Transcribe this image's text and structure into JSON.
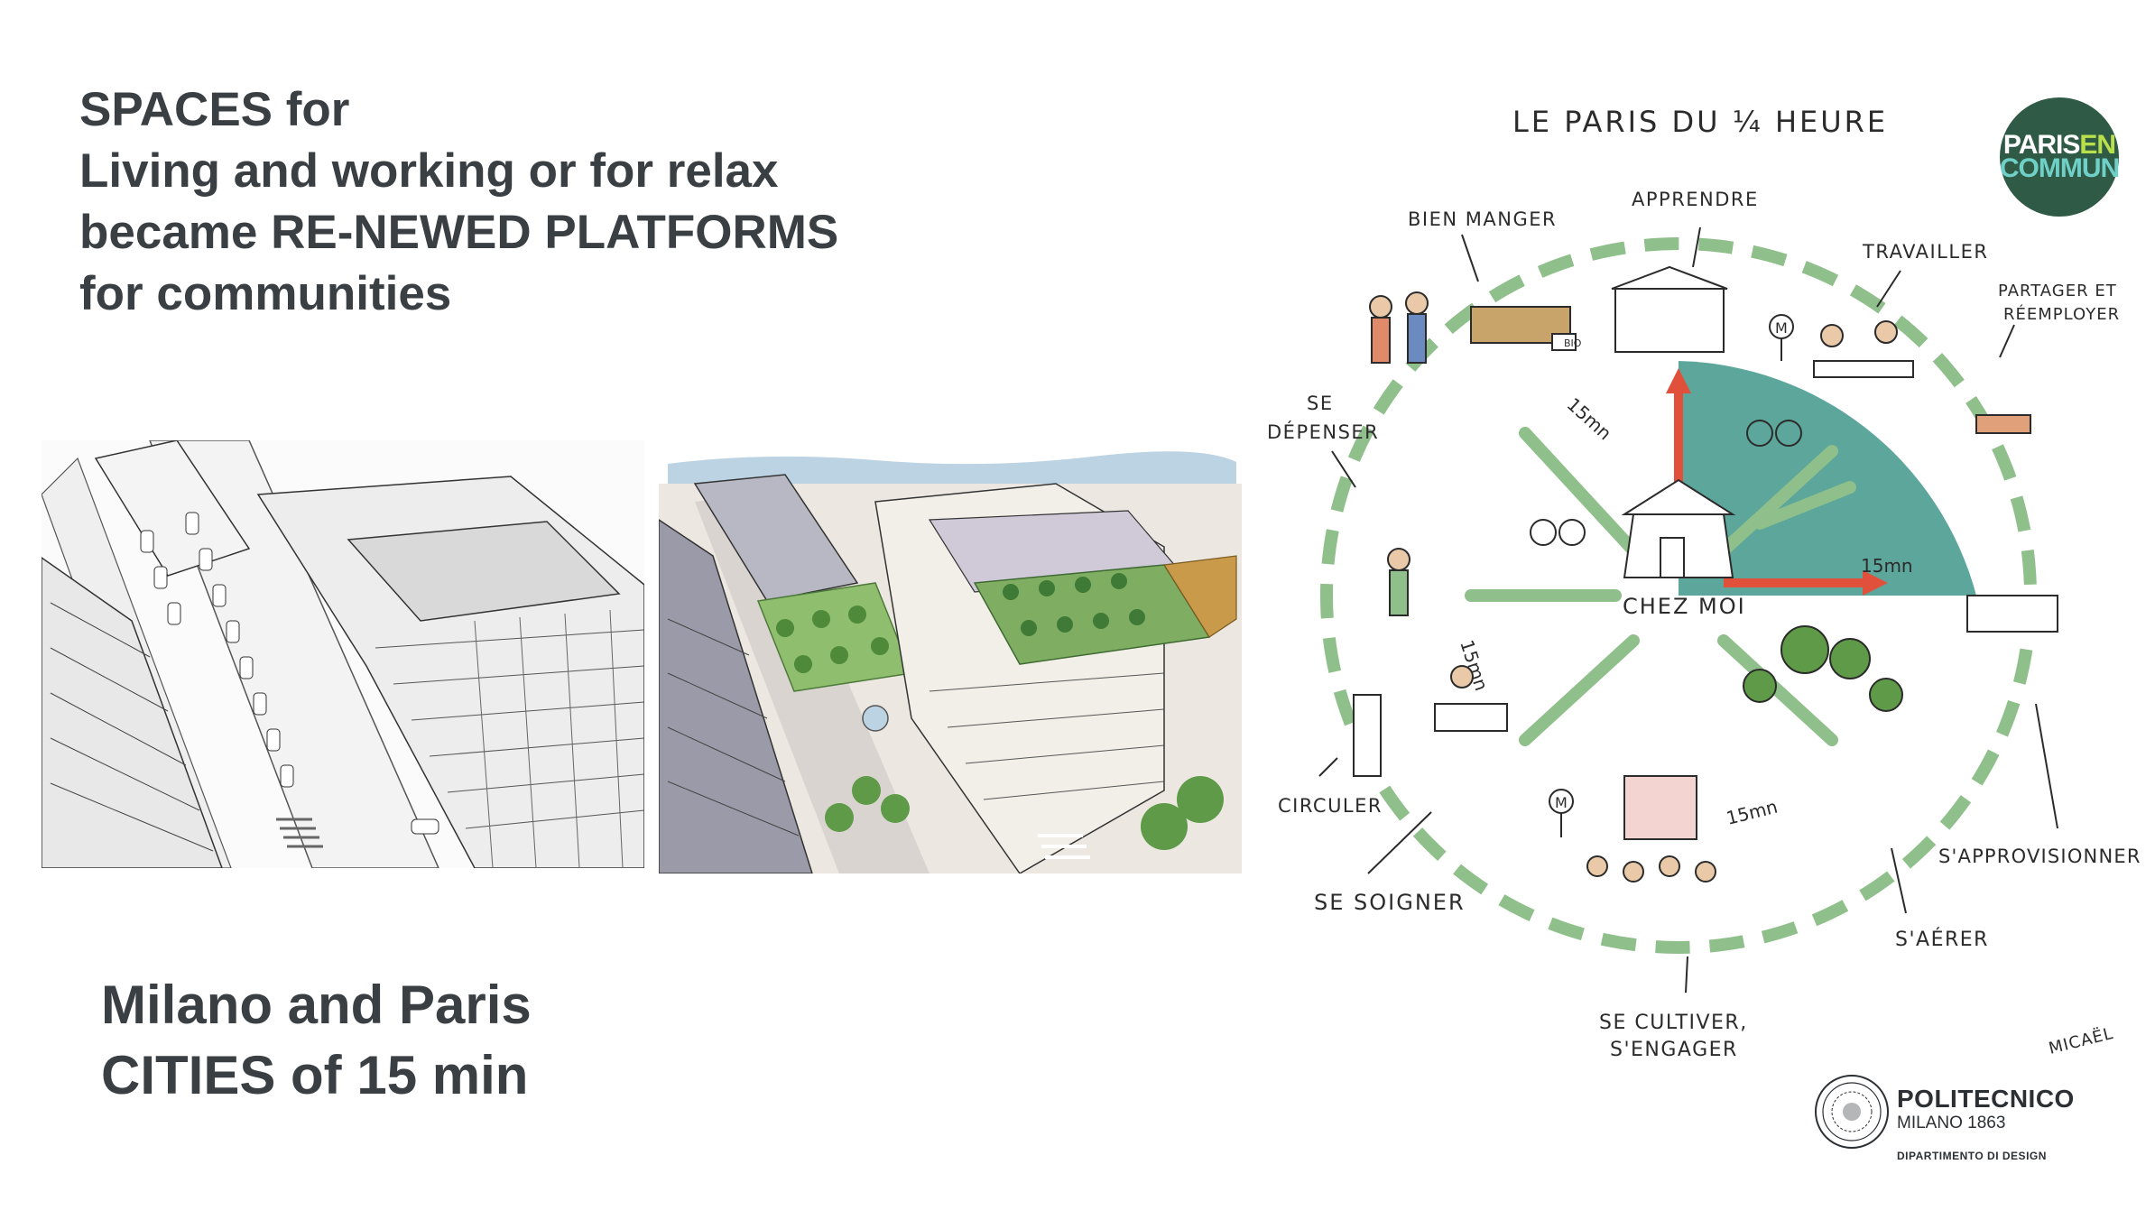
{
  "title": {
    "line1": "SPACES for",
    "line2": "Living and working or for relax",
    "line3": "became RE-NEWED PLATFORMS",
    "line4": "for communities"
  },
  "subtitle": {
    "line1": "Milano and Paris",
    "line2": "CITIES of 15 min"
  },
  "diagram": {
    "heading": "LE PARIS DU ¼ HEURE",
    "center": "CHEZ MOI",
    "labels": {
      "bien_manger": "BIEN MANGER",
      "apprendre": "APPRENDRE",
      "travailler": "TRAVAILLER",
      "partager_1": "PARTAGER ET",
      "partager_2": "RÉEMPLOYER",
      "se_depenser_1": "SE",
      "se_depenser_2": "DÉPENSER",
      "circuler": "CIRCULER",
      "se_soigner": "SE SOIGNER",
      "se_cultiver_1": "SE CULTIVER,",
      "se_cultiver_2": "S'ENGAGER",
      "s_aerer": "S'AÉRER",
      "s_approvisionner": "S'APPROVISIONNER"
    },
    "distance": "15mn",
    "metro": "M",
    "signature": "MICAËL",
    "stall_sign": "BIO"
  },
  "logo": {
    "part1": "PARIS",
    "part2": "EN",
    "part3": "COMMUN"
  },
  "institution": {
    "name": "POLITECNICO",
    "sub": "MILANO 1863",
    "dept": "DIPARTIMENTO DI DESIGN"
  },
  "colors": {
    "title_text": "#3a3f44",
    "teal": "#4e9e92",
    "dash_green": "#8fbf8a",
    "arrow_red": "#e0503a",
    "logo_bg": "#2f5a45"
  }
}
